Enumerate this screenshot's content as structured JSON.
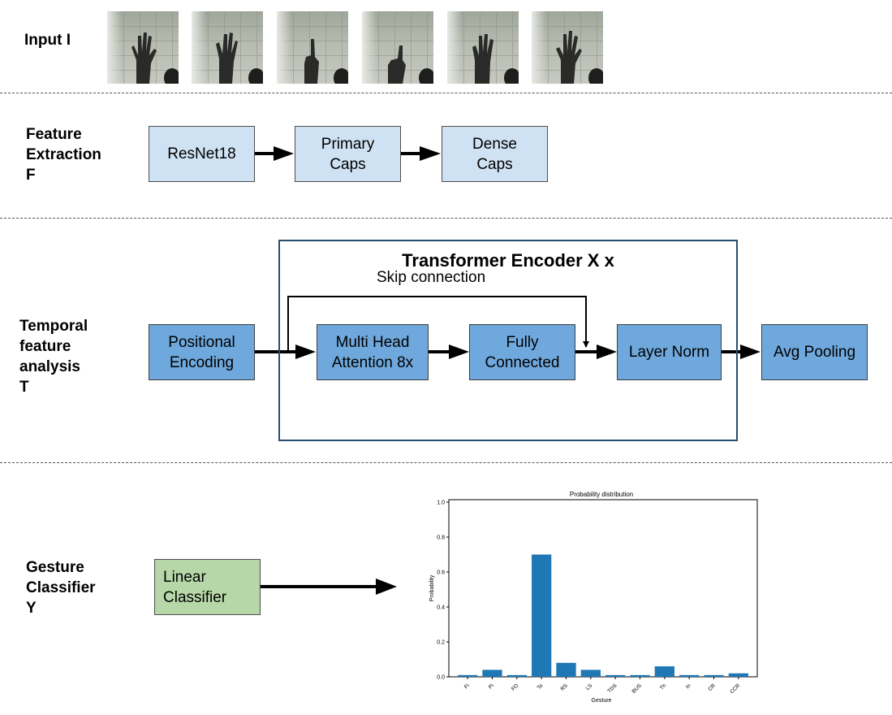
{
  "stages": {
    "input": [
      "Input I"
    ],
    "feature": [
      "Feature",
      "Extraction",
      "F"
    ],
    "temporal": [
      "Temporal",
      "feature",
      "analysis",
      "T"
    ],
    "classifier": [
      "Gesture",
      "Classifier",
      "Y"
    ]
  },
  "feature_blocks": {
    "resnet": [
      "ResNet18"
    ],
    "primary": [
      "Primary",
      "Caps"
    ],
    "dense": [
      "Dense",
      "Caps"
    ]
  },
  "encoder": {
    "title": "Transformer Encoder X x",
    "skip": "Skip connection"
  },
  "temporal_blocks": {
    "positional": [
      "Positional",
      "Encoding"
    ],
    "mha": [
      "Multi Head",
      "Attention 8x"
    ],
    "fc": [
      "Fully",
      "Connected"
    ],
    "layernorm": [
      "Layer Norm"
    ],
    "avgpool": [
      "Avg Pooling"
    ]
  },
  "classifier_block": [
    "Linear",
    "Classifier"
  ],
  "chart_data": {
    "type": "bar",
    "title": "Probability distribution",
    "xlabel": "Gesture",
    "ylabel": "Probability",
    "categories": [
      "Fi",
      "Pi",
      "FO",
      "Te",
      "RS",
      "LS",
      "TDS",
      "BUS",
      "Th",
      "In",
      "CR",
      "CCR"
    ],
    "values": [
      0.01,
      0.04,
      0.01,
      0.7,
      0.08,
      0.04,
      0.01,
      0.01,
      0.06,
      0.01,
      0.01,
      0.02
    ],
    "ylim": [
      0,
      1.0
    ],
    "yticks": [
      "0.0",
      "0.2",
      "0.4",
      "0.6",
      "0.8",
      "1.0"
    ],
    "bar_color": "#1f77b4",
    "grid": false
  }
}
